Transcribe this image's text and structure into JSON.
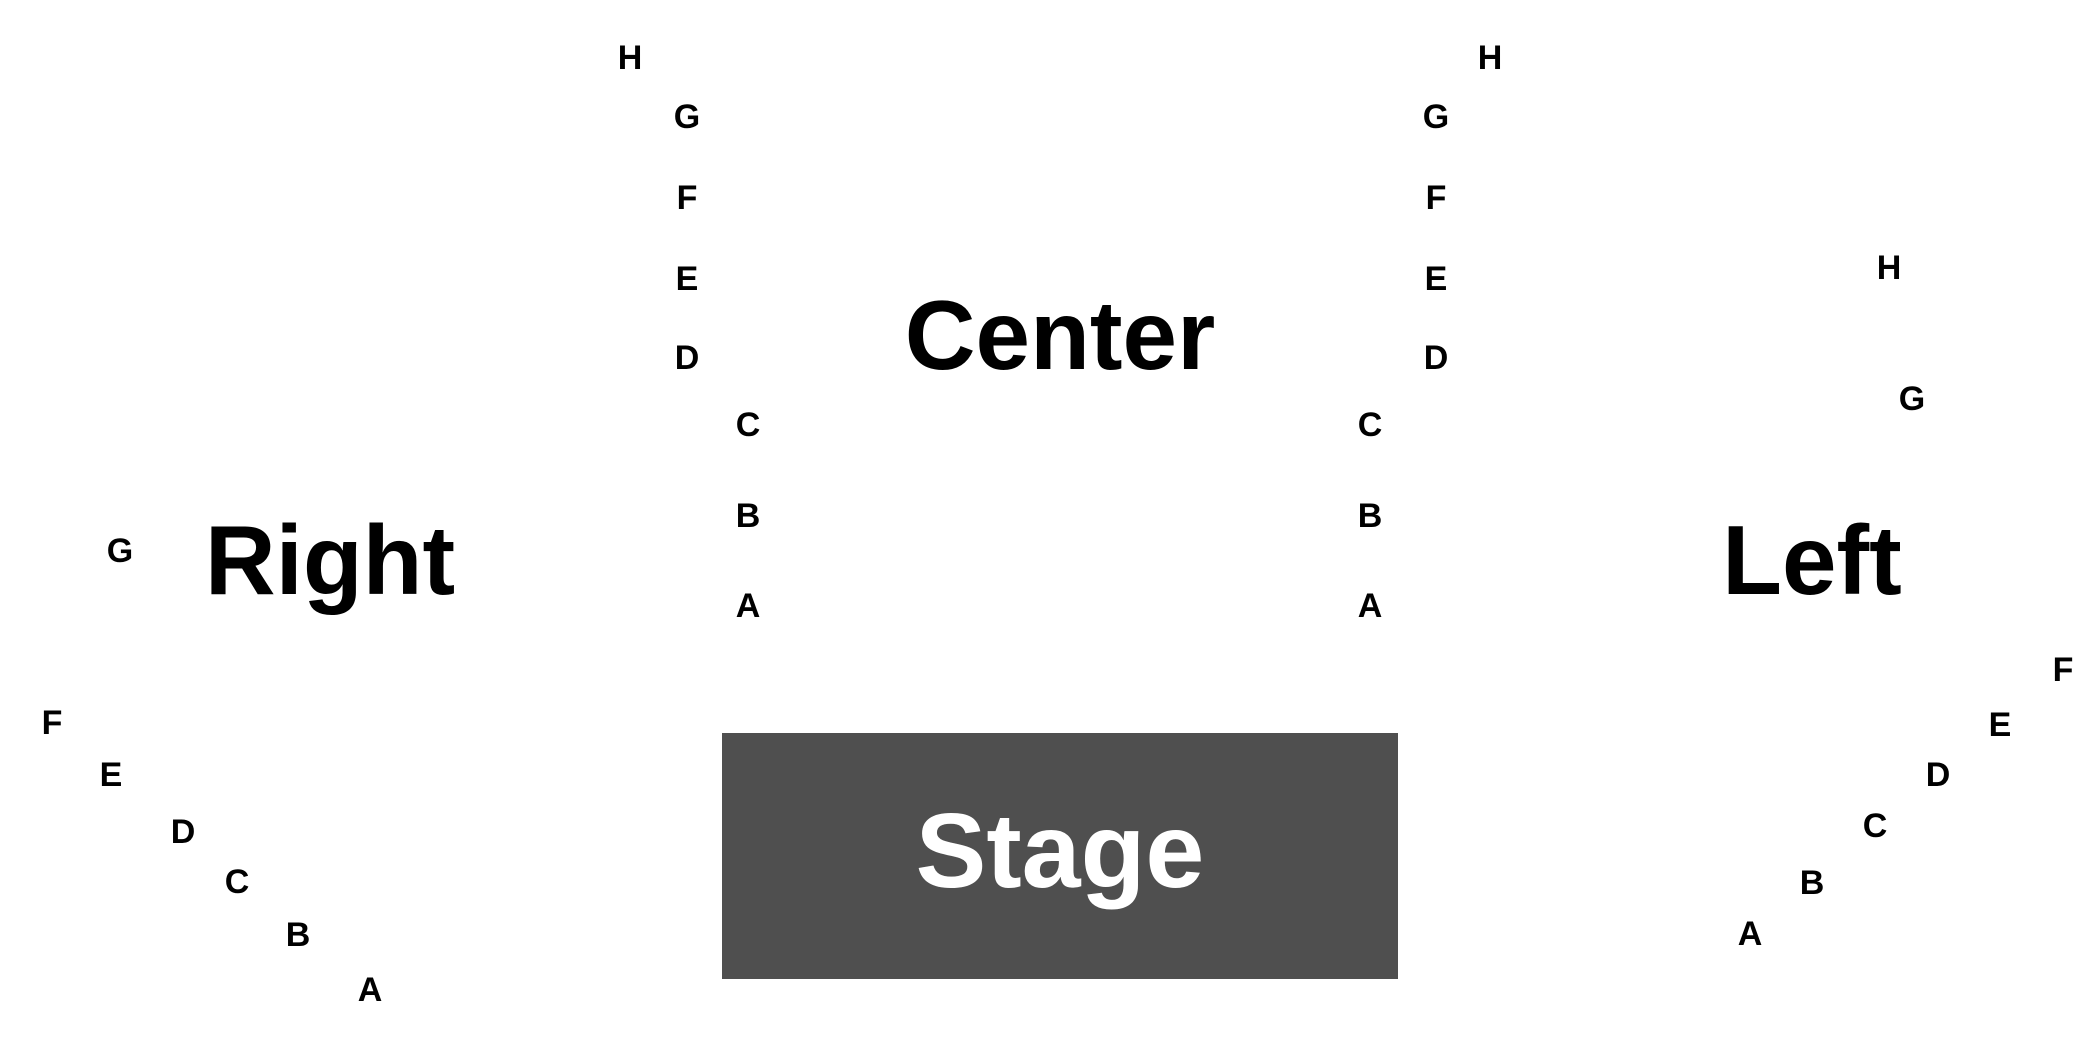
{
  "colors": {
    "background": "#ffffff",
    "text": "#000000",
    "stage_fill": "#4f4f4f",
    "stage_text": "#ffffff"
  },
  "stage": {
    "label": "Stage"
  },
  "sections": [
    {
      "id": "center",
      "label": "Center",
      "left_rows": [
        "H",
        "G",
        "F",
        "E",
        "D",
        "C",
        "B",
        "A"
      ],
      "right_rows": [
        "H",
        "G",
        "F",
        "E",
        "D",
        "C",
        "B",
        "A"
      ]
    },
    {
      "id": "right",
      "label": "Right",
      "rows": [
        "G",
        "F",
        "E",
        "D",
        "C",
        "B",
        "A"
      ]
    },
    {
      "id": "left",
      "label": "Left",
      "rows": [
        "H",
        "G",
        "F",
        "E",
        "D",
        "C",
        "B",
        "A"
      ]
    }
  ]
}
